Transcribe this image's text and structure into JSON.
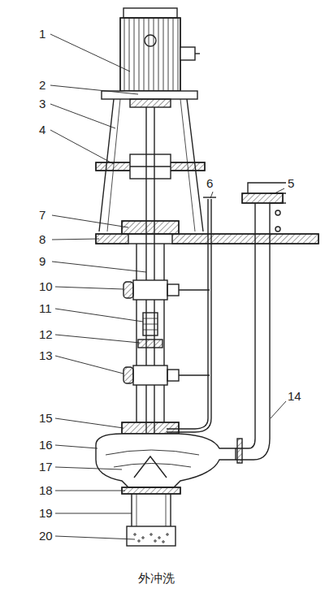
{
  "diagram": {
    "caption": "外冲洗",
    "labels": [
      "1",
      "2",
      "3",
      "4",
      "5",
      "6",
      "7",
      "8",
      "9",
      "10",
      "11",
      "12",
      "13",
      "14",
      "15",
      "16",
      "17",
      "18",
      "19",
      "20"
    ]
  }
}
